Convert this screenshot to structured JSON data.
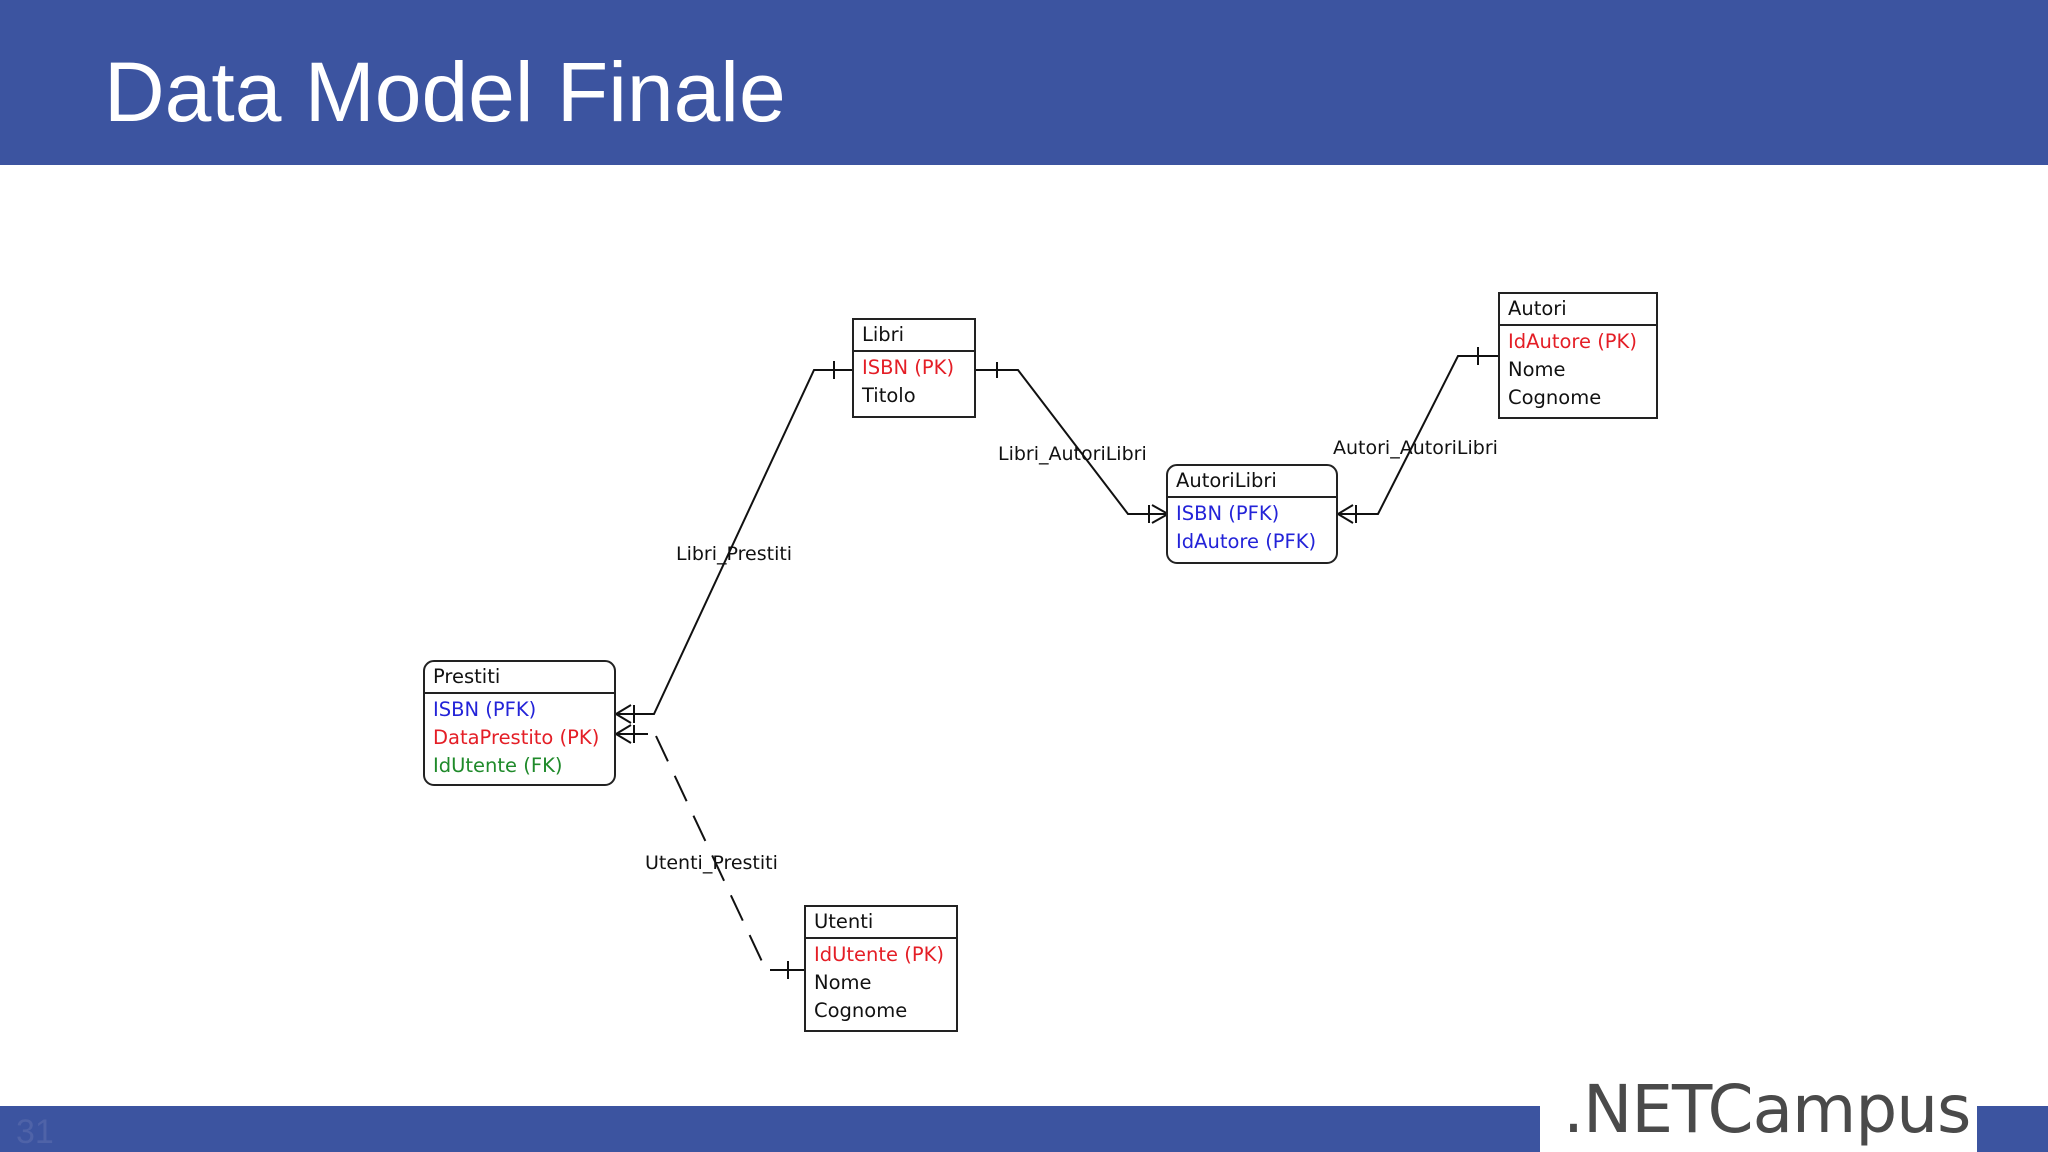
{
  "slide": {
    "title": "Data Model Finale",
    "page_number": "31",
    "brand": ".NETCampus"
  },
  "colors": {
    "header_bar": "#3c54a0",
    "pk": "#e41e26",
    "pfk": "#2323d8",
    "fk": "#1f8a2a",
    "plain": "#111111"
  },
  "entities": {
    "libri": {
      "name": "Libri",
      "attributes": [
        {
          "text": "ISBN (PK)",
          "kind": "pk"
        },
        {
          "text": "Titolo",
          "kind": "plain"
        }
      ]
    },
    "autori": {
      "name": "Autori",
      "attributes": [
        {
          "text": "IdAutore (PK)",
          "kind": "pk"
        },
        {
          "text": "Nome",
          "kind": "plain"
        },
        {
          "text": "Cognome",
          "kind": "plain"
        }
      ]
    },
    "autorilibri": {
      "name": "AutoriLibri",
      "attributes": [
        {
          "text": "ISBN (PFK)",
          "kind": "pfk"
        },
        {
          "text": "IdAutore (PFK)",
          "kind": "pfk"
        }
      ]
    },
    "prestiti": {
      "name": "Prestiti",
      "attributes": [
        {
          "text": "ISBN (PFK)",
          "kind": "pfk"
        },
        {
          "text": "DataPrestito (PK)",
          "kind": "pk"
        },
        {
          "text": "IdUtente (FK)",
          "kind": "fk"
        }
      ]
    },
    "utenti": {
      "name": "Utenti",
      "attributes": [
        {
          "text": "IdUtente (PK)",
          "kind": "pk"
        },
        {
          "text": "Nome",
          "kind": "plain"
        },
        {
          "text": "Cognome",
          "kind": "plain"
        }
      ]
    }
  },
  "relationships": [
    {
      "name": "Libri_AutoriLibri",
      "from": "Libri",
      "to": "AutoriLibri",
      "from_cardinality": "one",
      "to_cardinality": "many",
      "identifying": true
    },
    {
      "name": "Autori_AutoriLibri",
      "from": "Autori",
      "to": "AutoriLibri",
      "from_cardinality": "one",
      "to_cardinality": "many",
      "identifying": true
    },
    {
      "name": "Libri_Prestiti",
      "from": "Libri",
      "to": "Prestiti",
      "from_cardinality": "one",
      "to_cardinality": "many",
      "identifying": true
    },
    {
      "name": "Utenti_Prestiti",
      "from": "Utenti",
      "to": "Prestiti",
      "from_cardinality": "one",
      "to_cardinality": "many",
      "identifying": false
    }
  ]
}
